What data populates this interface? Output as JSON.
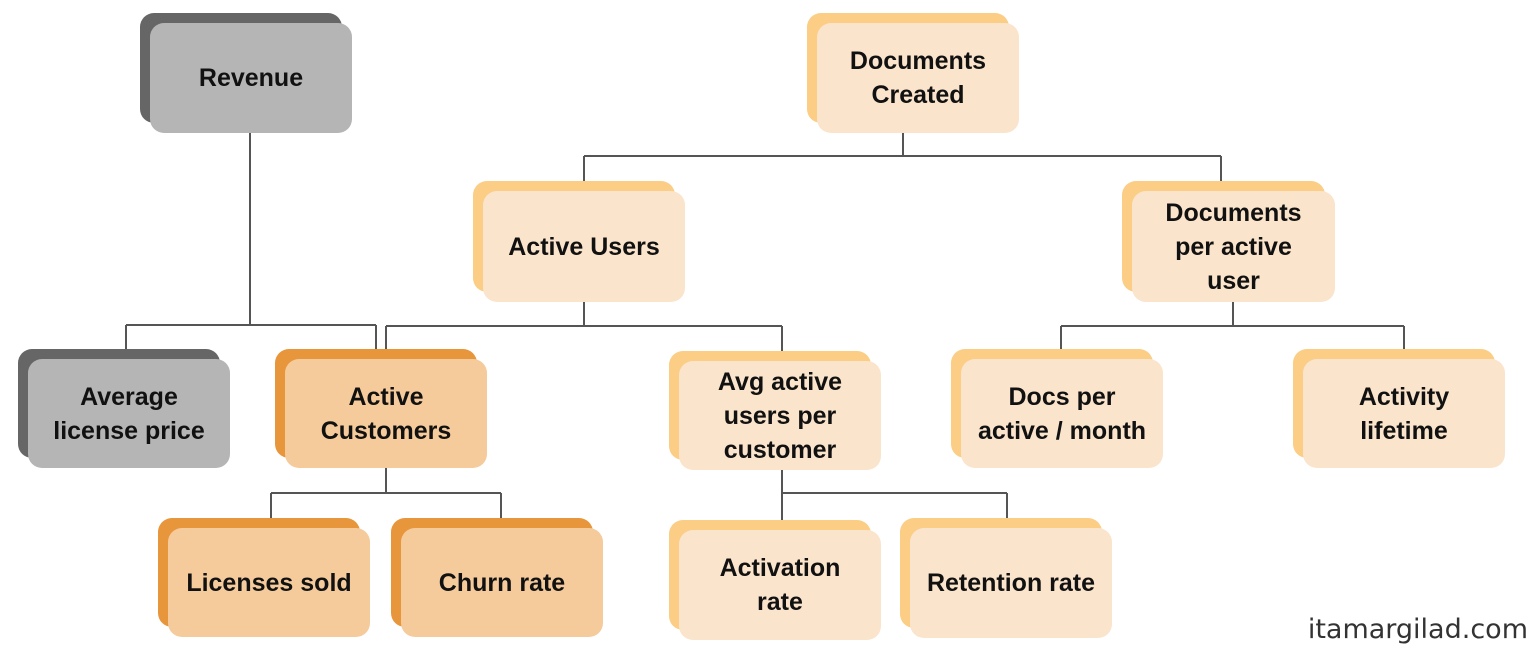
{
  "nodes": {
    "revenue": "Revenue",
    "documents_created": "Documents\nCreated",
    "active_users": "Active Users",
    "documents_per_active_user": "Documents\nper active\nuser",
    "average_license_price": "Average\nlicense price",
    "active_customers": "Active\nCustomers",
    "avg_active_users_per_customer": "Avg active\nusers per\ncustomer",
    "docs_per_active_month": "Docs per\nactive / month",
    "activity_lifetime": "Activity\nlifetime",
    "licenses_sold": "Licenses sold",
    "churn_rate": "Churn rate",
    "activation_rate": "Activation\nrate",
    "retention_rate": "Retention rate"
  },
  "watermark": "itamargilad.com",
  "colors": {
    "gray_back": "#666666",
    "gray_front": "#b5b5b5",
    "orange_back": "#e8963c",
    "orange_front": "#f5cb9c",
    "light_back": "#fbcd85",
    "light_front": "#fbe4cc",
    "connector": "#555555"
  }
}
